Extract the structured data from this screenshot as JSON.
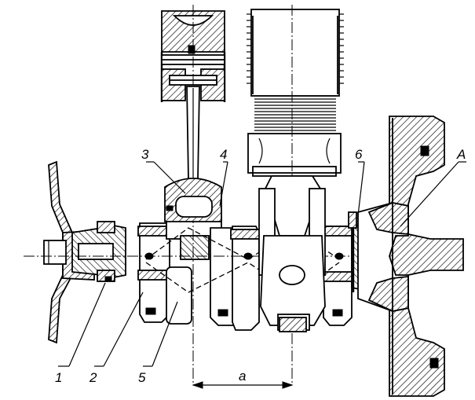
{
  "labels": {
    "callout_1": "1",
    "callout_2": "2",
    "callout_3": "3",
    "callout_4": "4",
    "callout_5": "5",
    "callout_6": "6",
    "callout_A": "A",
    "dimension_a": "a"
  }
}
